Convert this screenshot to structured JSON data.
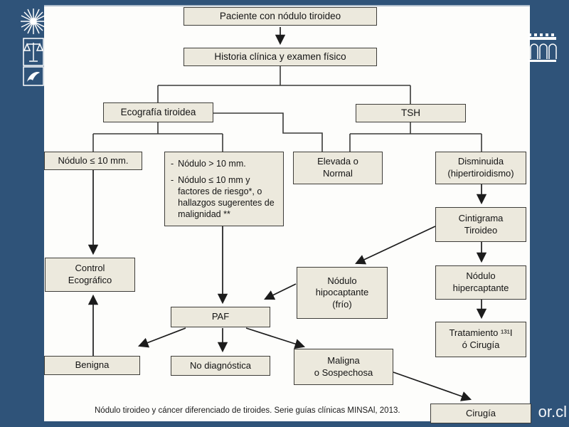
{
  "slide": {
    "nodes": {
      "paciente": "Paciente con nódulo tiroideo",
      "historia": "Historia clínica y examen físico",
      "ecografia": "Ecografía tiroidea",
      "tsh": "TSH",
      "nodulo_menor_10": "Nódulo ≤ 10 mm.",
      "elevada_normal": "Elevada o\nNormal",
      "disminuida": "Disminuida\n(hipertiroidismo)",
      "cintigrama": "Cintigrama\nTiroideo",
      "control_ecografico": "Control\nEcográfico",
      "nodulo_hipocaptante": "Nódulo\nhipocaptante\n(frío)",
      "nodulo_hipercaptante": "Nódulo\nhipercaptante",
      "paf": "PAF",
      "tratamiento": "Tratamiento ¹³¹I\nó Cirugía",
      "benigna": "Benigna",
      "no_diagnostica": "No diagnóstica",
      "maligna": "Maligna\no Sospechosa",
      "cirugia": "Cirugía"
    },
    "criteria": {
      "bullet": "-",
      "items": [
        "Nódulo > 10 mm.",
        "Nódulo ≤ 10 mm y factores de riesgo*, o hallazgos sugerentes de malignidad **"
      ]
    },
    "footer": "Nódulo tiroideo y cáncer diferenciado de tiroides. Serie guías clínicas MINSAl, 2013.",
    "watermark": "or.cl",
    "icons": {
      "left_logo": "university-coat-of-arms",
      "right_logo": "building-columns"
    },
    "colors": {
      "frame_blue": "#2f5379",
      "box_fill": "#ece9dd",
      "box_border": "#3e3d39",
      "connector": "#3a3a38"
    }
  }
}
